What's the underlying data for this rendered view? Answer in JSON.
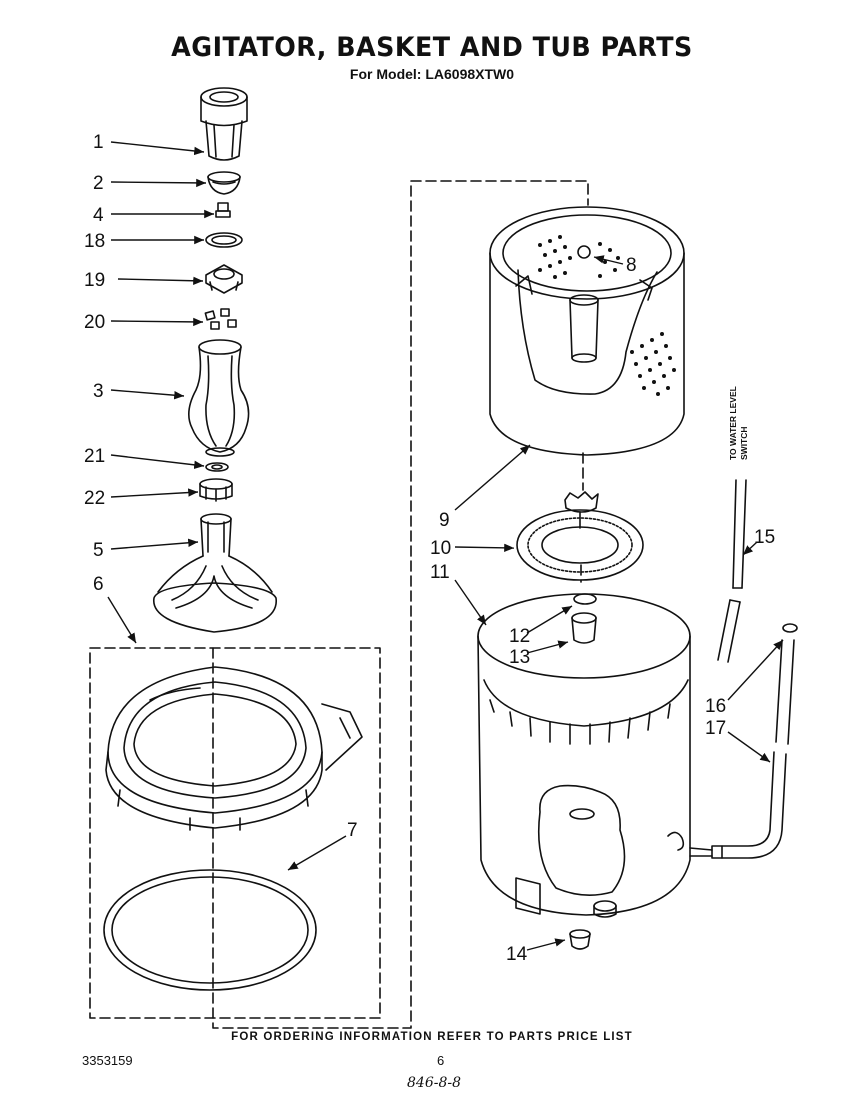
{
  "header": {
    "title": "AGITATOR, BASKET AND TUB PARTS",
    "subtitle": "For Model: LA6098XTW0"
  },
  "callouts": {
    "c1": "1",
    "c2": "2",
    "c4": "4",
    "c18": "18",
    "c19": "19",
    "c20": "20",
    "c3": "3",
    "c21": "21",
    "c22": "22",
    "c5": "5",
    "c6": "6",
    "c7": "7",
    "c8": "8",
    "c9": "9",
    "c10": "10",
    "c11": "11",
    "c12": "12",
    "c13": "13",
    "c14": "14",
    "c15": "15",
    "c16": "16",
    "c17": "17"
  },
  "side_label": {
    "line1": "TO WATER LEVEL",
    "line2": "SWITCH"
  },
  "footer": {
    "note": "FOR ORDERING INFORMATION REFER TO PARTS PRICE LIST",
    "doc_number": "3353159",
    "page_number": "6",
    "handwritten": "846-8-8"
  }
}
